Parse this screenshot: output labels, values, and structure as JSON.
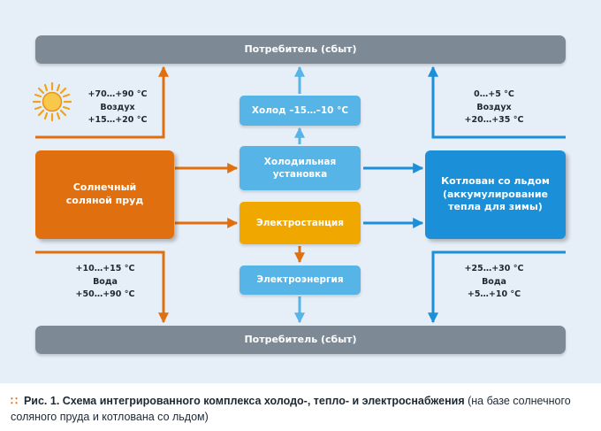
{
  "boxes": {
    "consumer_top": "Потребитель (сбыт)",
    "consumer_bottom": "Потребитель (сбыт)",
    "cold": "Холод –15…–10 °C",
    "refrigeration": "Холодильная\nустановка",
    "power_plant": "Электростанция",
    "electricity": "Электроэнергия",
    "solar_pond": "Солнечный\nсоляной пруд",
    "ice_pit": "Котлован со льдом\n(аккумулирование\nтепла для зимы)"
  },
  "labels": {
    "top_left": {
      "line1": "+70…+90 °C",
      "line2": "Воздух",
      "line3": "+15…+20 °C"
    },
    "top_right": {
      "line1": "0…+5 °C",
      "line2": "Воздух",
      "line3": "+20…+35 °C"
    },
    "bottom_left": {
      "line1": "+10…+15 °C",
      "line2": "Вода",
      "line3": "+50…+90 °C"
    },
    "bottom_right": {
      "line1": "+25…+30 °C",
      "line2": "Вода",
      "line3": "+5…+10 °C"
    }
  },
  "caption": {
    "bold": "Рис. 1. Схема интегрированного комплекса холодо-, тепло- и электроснабжения",
    "rest": " (на базе солнечного соляного пруда и котлована со льдом)"
  },
  "colors": {
    "orange": "#e0700f",
    "blue": "#1b8fd8",
    "light_blue": "#56b4e6",
    "yellow": "#f0a800",
    "gray": "#7d8a96",
    "background": "#e6eef7"
  },
  "icons": {
    "sun": "sun-icon",
    "caption_marker": "dots-icon"
  }
}
